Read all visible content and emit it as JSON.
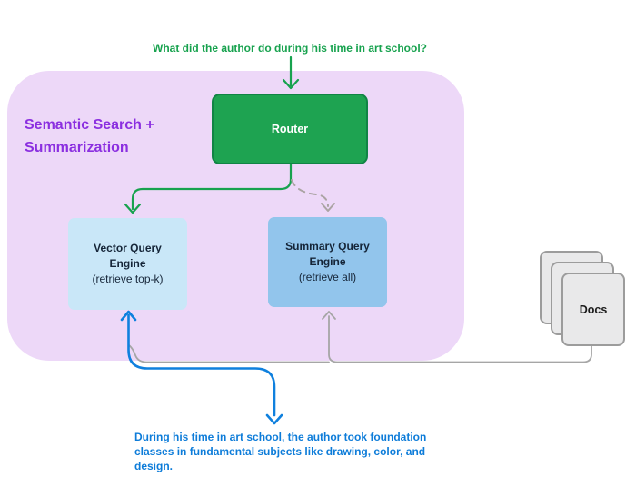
{
  "question": "What did the author do during his time in art school?",
  "container": {
    "label_line1": "Semantic Search +",
    "label_line2": "Summarization"
  },
  "router": {
    "label": "Router"
  },
  "vector_engine": {
    "title_line1": "Vector Query",
    "title_line2": "Engine",
    "subtitle": "(retrieve top-k)"
  },
  "summary_engine": {
    "title_line1": "Summary Query",
    "title_line2": "Engine",
    "subtitle": "(retrieve all)"
  },
  "docs": {
    "label": "Docs"
  },
  "answer": {
    "lines": [
      "During his time in art school, the author took foundation",
      "classes in fundamental subjects like drawing, color, and",
      "design."
    ]
  },
  "colors": {
    "question_green": "#17A24E",
    "router_fill": "#1EA351",
    "router_border": "#118445",
    "container_purple": "#EDD8F8",
    "label_purple": "#8B2FE0",
    "vector_engine_blue": "#C9E7F8",
    "summary_engine_blue": "#92C5EC",
    "answer_blue": "#0D7CD9",
    "arrow_blue": "#0F80DE",
    "line_gray": "#A6A6A6",
    "doc_fill": "#E9E9EA",
    "doc_border": "#9C9C9C"
  }
}
